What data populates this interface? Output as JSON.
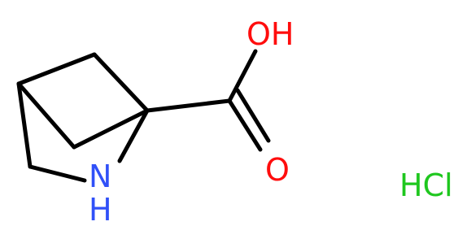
{
  "atoms": {
    "hydroxyl": {
      "label": "OH",
      "color": "#ff0d0d"
    },
    "carbonyl_oxygen": {
      "label": "O",
      "color": "#ff0d0d"
    },
    "amine": {
      "label": "N",
      "color": "#3050f8"
    },
    "amine_hydrogen": {
      "label": "H",
      "color": "#3050f8"
    },
    "salt": {
      "label": "HCl",
      "color": "#1fc71f"
    }
  },
  "bond_color": "#000000"
}
